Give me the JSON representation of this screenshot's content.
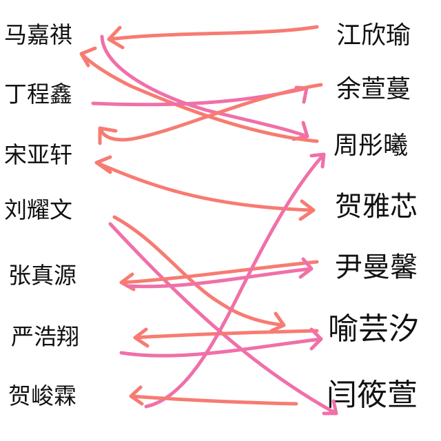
{
  "left_names": [
    "马嘉祺",
    "丁程鑫",
    "宋亚轩",
    "刘耀文",
    "张真源",
    "严浩翔",
    "贺峻霖"
  ],
  "right_names": [
    "江欣瑜",
    "余萱蔓",
    "周彤曦",
    "贺雅芯",
    "尹曼馨",
    "喻芸汐",
    "闫筱萱"
  ],
  "colors": {
    "coral": "#f77b72",
    "pink": "#f070a8"
  }
}
